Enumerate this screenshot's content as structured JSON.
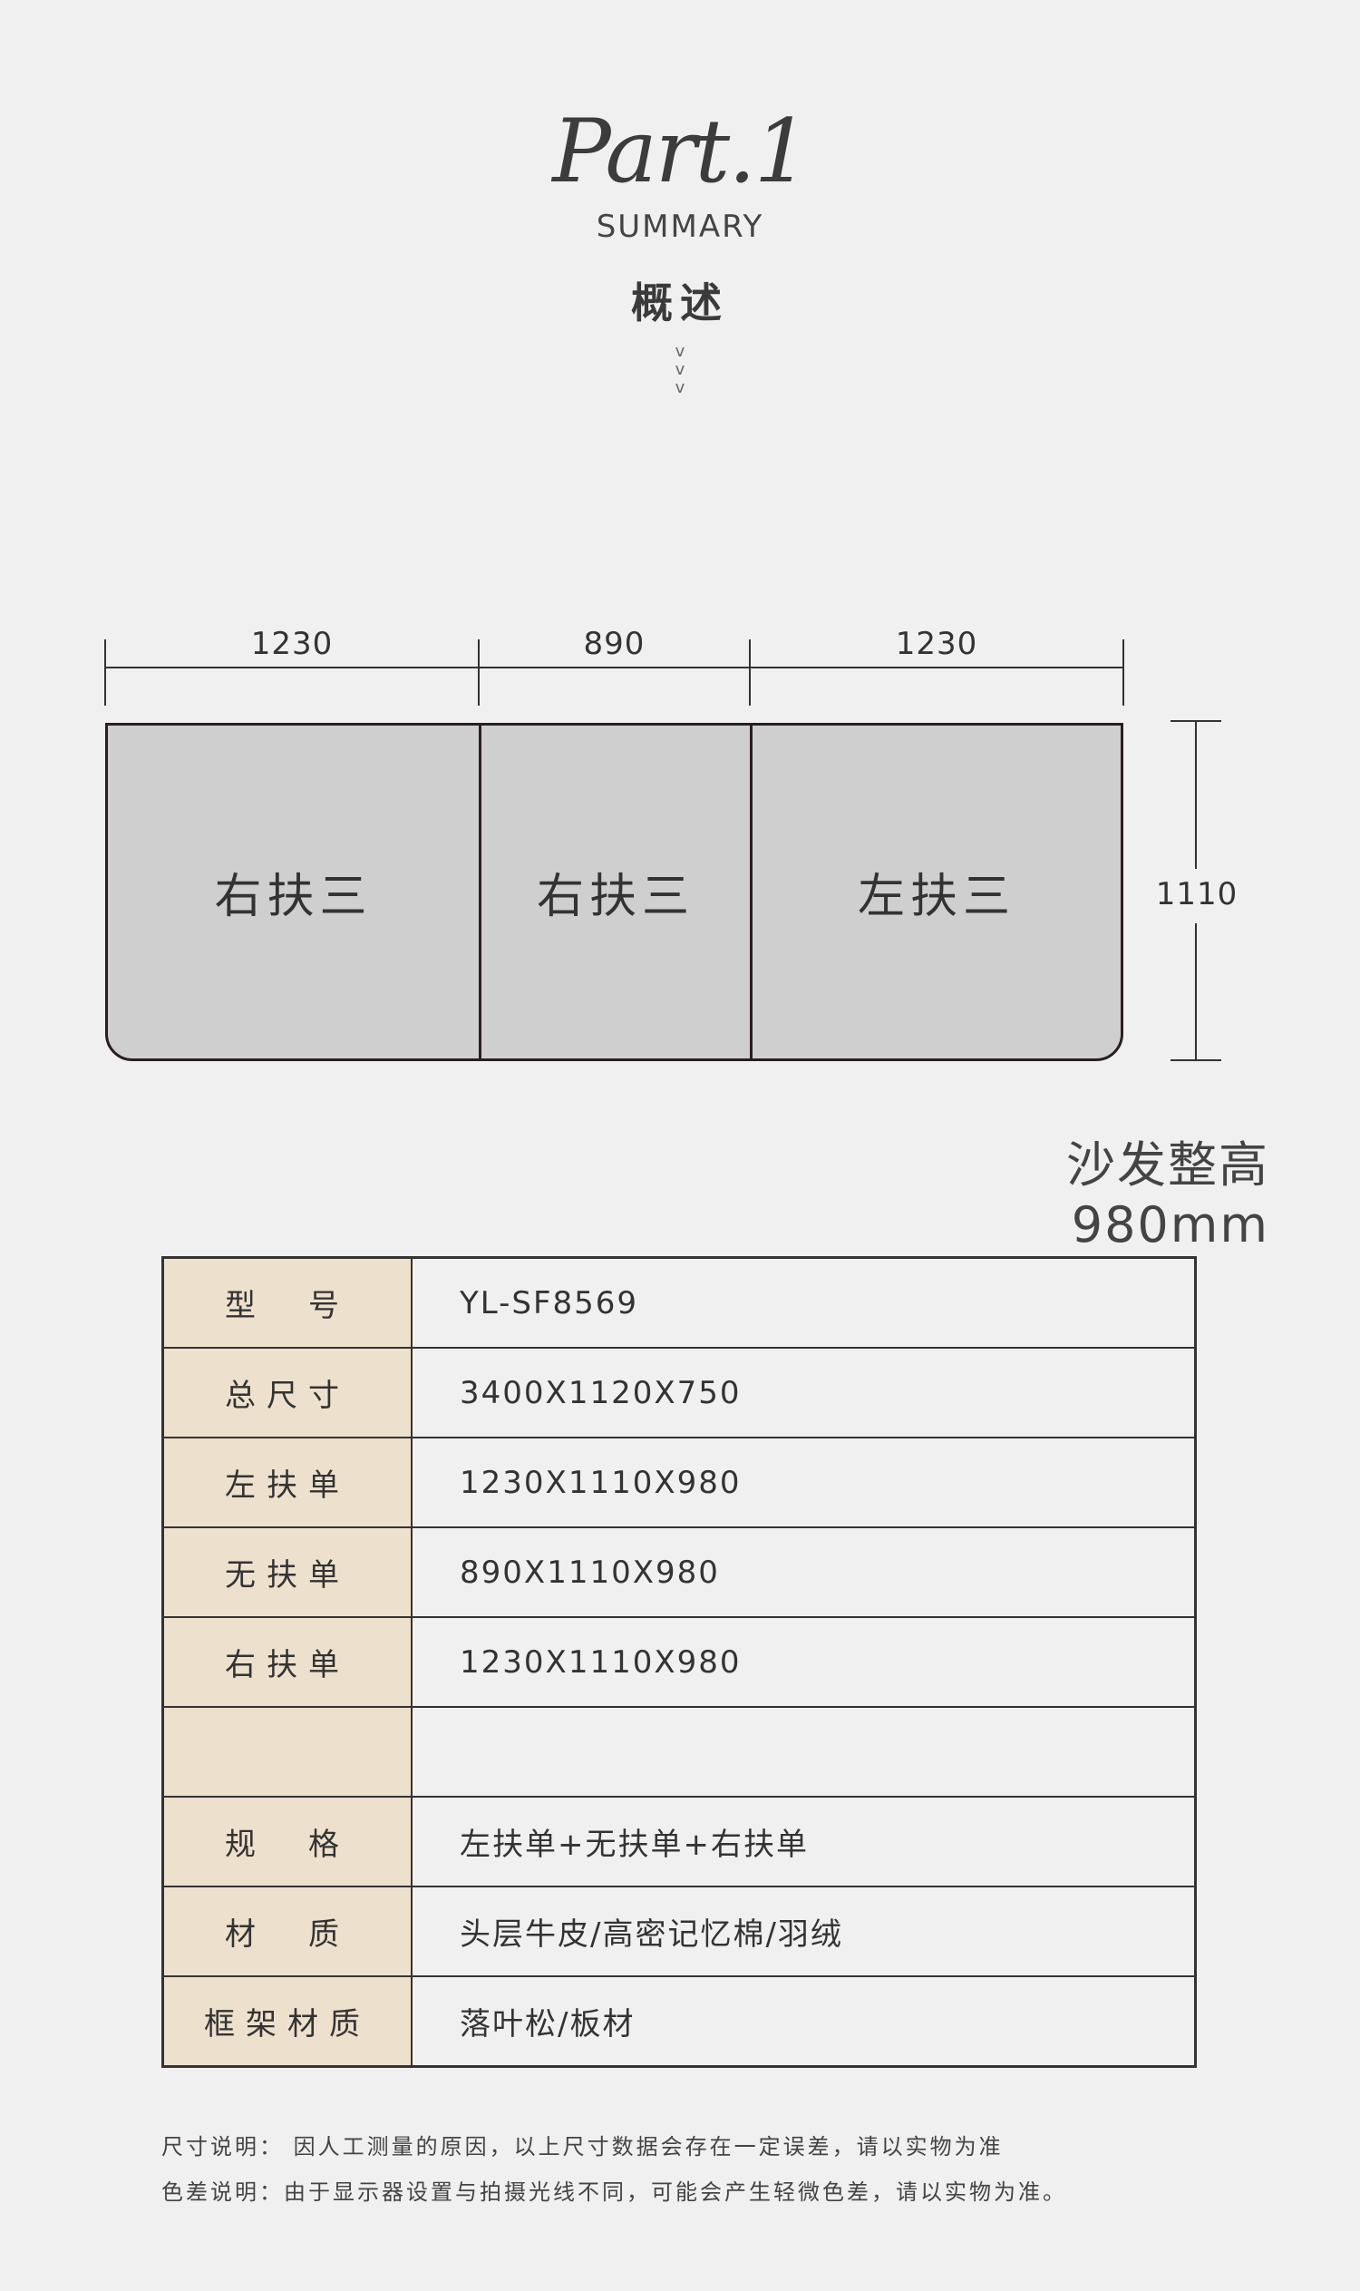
{
  "header": {
    "part_title": "Part.1",
    "summary": "SUMMARY",
    "overview": "概述",
    "chevrons": "v\nv\nv"
  },
  "diagram": {
    "widths": [
      "1230",
      "890",
      "1230"
    ],
    "height": "1110",
    "segments": [
      "右扶三",
      "右扶三",
      "左扶三"
    ],
    "total_height": "沙发整高980mm"
  },
  "specs": {
    "rows": [
      {
        "label": "型　号",
        "value": "YL-SF8569"
      },
      {
        "label": "总尺寸",
        "value": "3400X1120X750"
      },
      {
        "label": "左扶单",
        "value": "1230X1110X980"
      },
      {
        "label": "无扶单",
        "value": "890X1110X980"
      },
      {
        "label": "右扶单",
        "value": "1230X1110X980"
      },
      {
        "label": "",
        "value": ""
      },
      {
        "label": "规　格",
        "value": "左扶单+无扶单+右扶单"
      },
      {
        "label": "材　质",
        "value": "头层牛皮/高密记忆棉/羽绒"
      },
      {
        "label": "框架材质",
        "value": "落叶松/板材"
      }
    ]
  },
  "notes": {
    "size_note": "尺寸说明： 因人工测量的原因，以上尺寸数据会存在一定误差，请以实物为准",
    "color_note": "色差说明：由于显示器设置与拍摄光线不同，可能会产生轻微色差，请以实物为准。"
  }
}
